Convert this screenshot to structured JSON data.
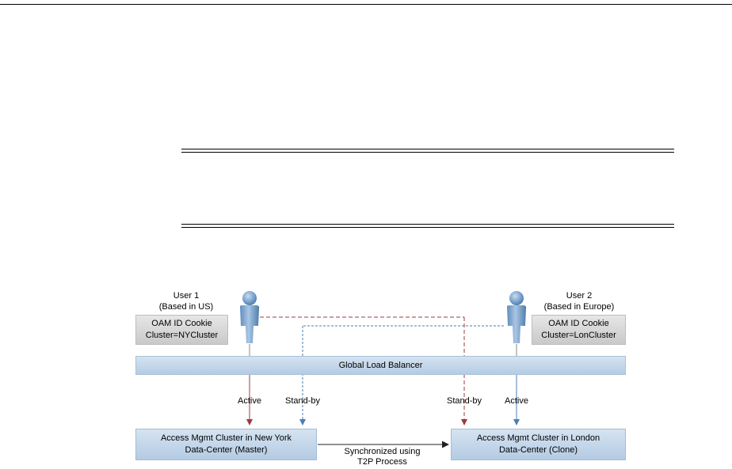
{
  "users": [
    {
      "name": "User 1",
      "location": "(Based in US)",
      "cookie_line1": "OAM ID Cookie",
      "cookie_line2": "Cluster=NYCluster"
    },
    {
      "name": "User 2",
      "location": "(Based in Europe)",
      "cookie_line1": "OAM ID Cookie",
      "cookie_line2": "Cluster=LonCluster"
    }
  ],
  "load_balancer": "Global Load Balancer",
  "clusters": [
    {
      "line1": "Access Mgmt Cluster in New York",
      "line2": "Data-Center (Master)"
    },
    {
      "line1": "Access Mgmt Cluster in London",
      "line2": "Data-Center (Clone)"
    }
  ],
  "labels": {
    "active_left": "Active",
    "standby_left": "Stand-by",
    "standby_right": "Stand-by",
    "active_right": "Active"
  },
  "sync": {
    "line1": "Synchronized using",
    "line2": "T2P Process"
  },
  "colors": {
    "user1_route": "#9b3b42",
    "user2_route": "#4a7fb5",
    "box_blue": "#c3d6ea",
    "cookie_gray": "#d6d6d6"
  }
}
